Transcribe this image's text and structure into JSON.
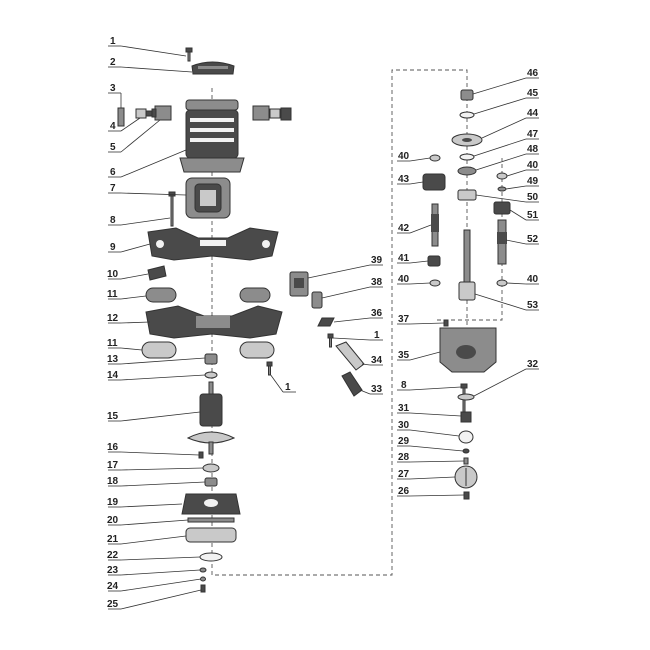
{
  "diagram": {
    "labels": [
      "1",
      "2",
      "3",
      "4",
      "5",
      "6",
      "7",
      "8",
      "9",
      "10",
      "11",
      "12",
      "11",
      "13",
      "14",
      "15",
      "16",
      "17",
      "18",
      "19",
      "20",
      "21",
      "22",
      "23",
      "24",
      "25",
      "39",
      "38",
      "36",
      "1",
      "34",
      "1",
      "33",
      "46",
      "45",
      "44",
      "47",
      "48",
      "40",
      "40",
      "43",
      "49",
      "50",
      "51",
      "42",
      "52",
      "41",
      "40",
      "40",
      "53",
      "37",
      "35",
      "32",
      "8",
      "31",
      "30",
      "29",
      "28",
      "27",
      "26"
    ]
  }
}
